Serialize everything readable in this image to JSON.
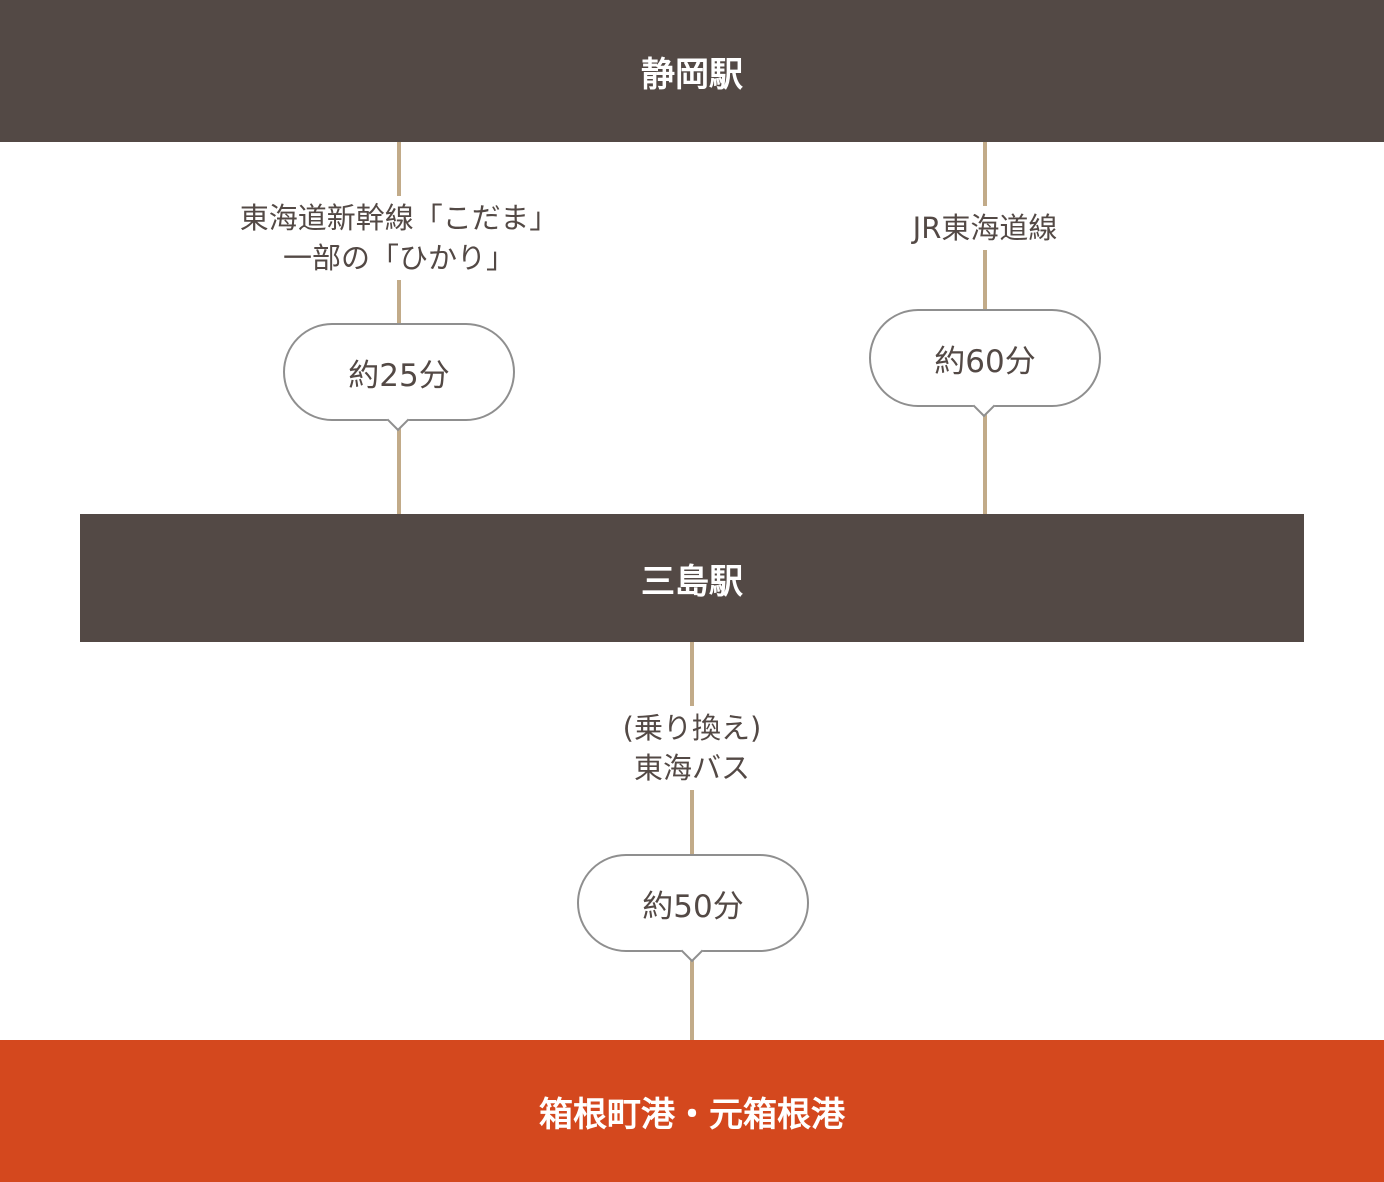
{
  "stations": {
    "start": "静岡駅",
    "transfer": "三島駅",
    "destination": "箱根町港・元箱根港"
  },
  "routes": [
    {
      "line_1": "東海道新幹線「こだま」",
      "line_2": "一部の「ひかり」",
      "time": "約25分"
    },
    {
      "line_1": "JR東海道線",
      "time": "約60分"
    },
    {
      "line_1": "(乗り換え)",
      "line_2": "東海バス",
      "time": "約50分"
    }
  ],
  "colors": {
    "station_bar": "#534945",
    "destination_bar": "#d4481e",
    "connector_line": "#c2ab89",
    "bubble_border": "#8f8f8f",
    "text": "#534945"
  }
}
